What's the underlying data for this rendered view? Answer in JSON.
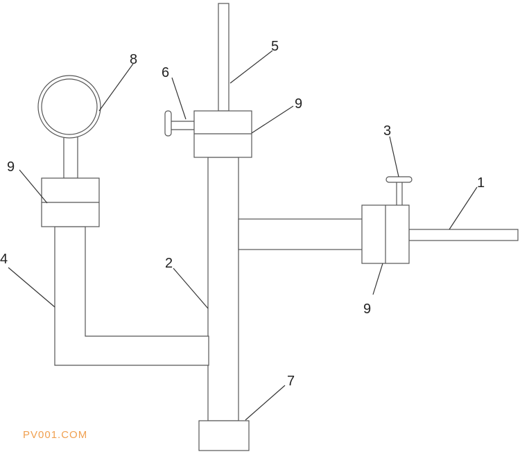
{
  "labels": {
    "l1": "1",
    "l2": "2",
    "l3": "3",
    "l4": "4",
    "l5": "5",
    "l6": "6",
    "l7": "7",
    "l8": "8",
    "l9_top": "9",
    "l9_left": "9",
    "l9_right": "9"
  },
  "watermark": "PV001.COM",
  "colors": {
    "line": "#555555",
    "watermark": "#f0a050"
  }
}
